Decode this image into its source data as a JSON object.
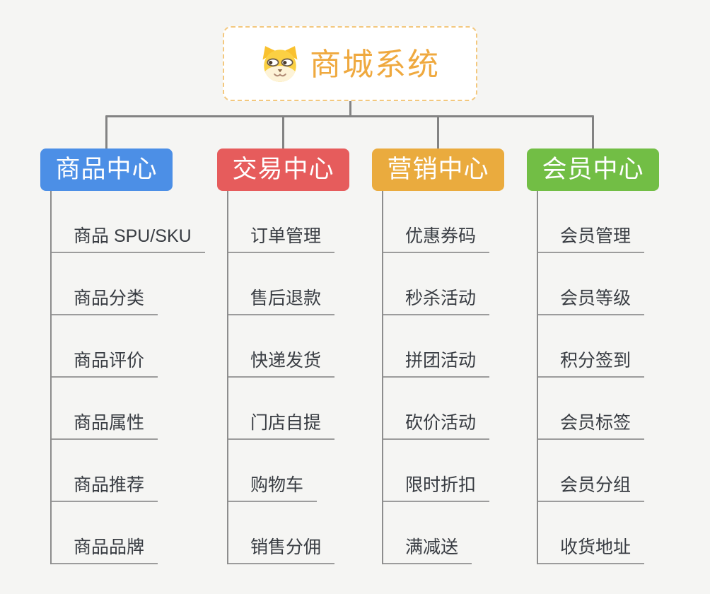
{
  "root": {
    "title": "商城系统",
    "icon": "dog-icon"
  },
  "branches": [
    {
      "label": "商品中心",
      "color": "#4c8fe6",
      "items": [
        "商品 SPU/SKU",
        "商品分类",
        "商品评价",
        "商品属性",
        "商品推荐",
        "商品品牌"
      ]
    },
    {
      "label": "交易中心",
      "color": "#e65c5c",
      "items": [
        "订单管理",
        "售后退款",
        "快递发货",
        "门店自提",
        "购物车",
        "销售分佣"
      ]
    },
    {
      "label": "营销中心",
      "color": "#eaab3e",
      "items": [
        "优惠券码",
        "秒杀活动",
        "拼团活动",
        "砍价活动",
        "限时折扣",
        "满减送"
      ]
    },
    {
      "label": "会员中心",
      "color": "#72be45",
      "items": [
        "会员管理",
        "会员等级",
        "积分签到",
        "会员标签",
        "会员分组",
        "收货地址"
      ]
    }
  ],
  "colors": {
    "background": "#f5f5f3",
    "connector": "#838383",
    "underline": "#9c9c9c",
    "item_text": "#383c42",
    "root_text": "#efa93f",
    "root_border": "#f3c87e",
    "header_text": "#ffffff"
  }
}
